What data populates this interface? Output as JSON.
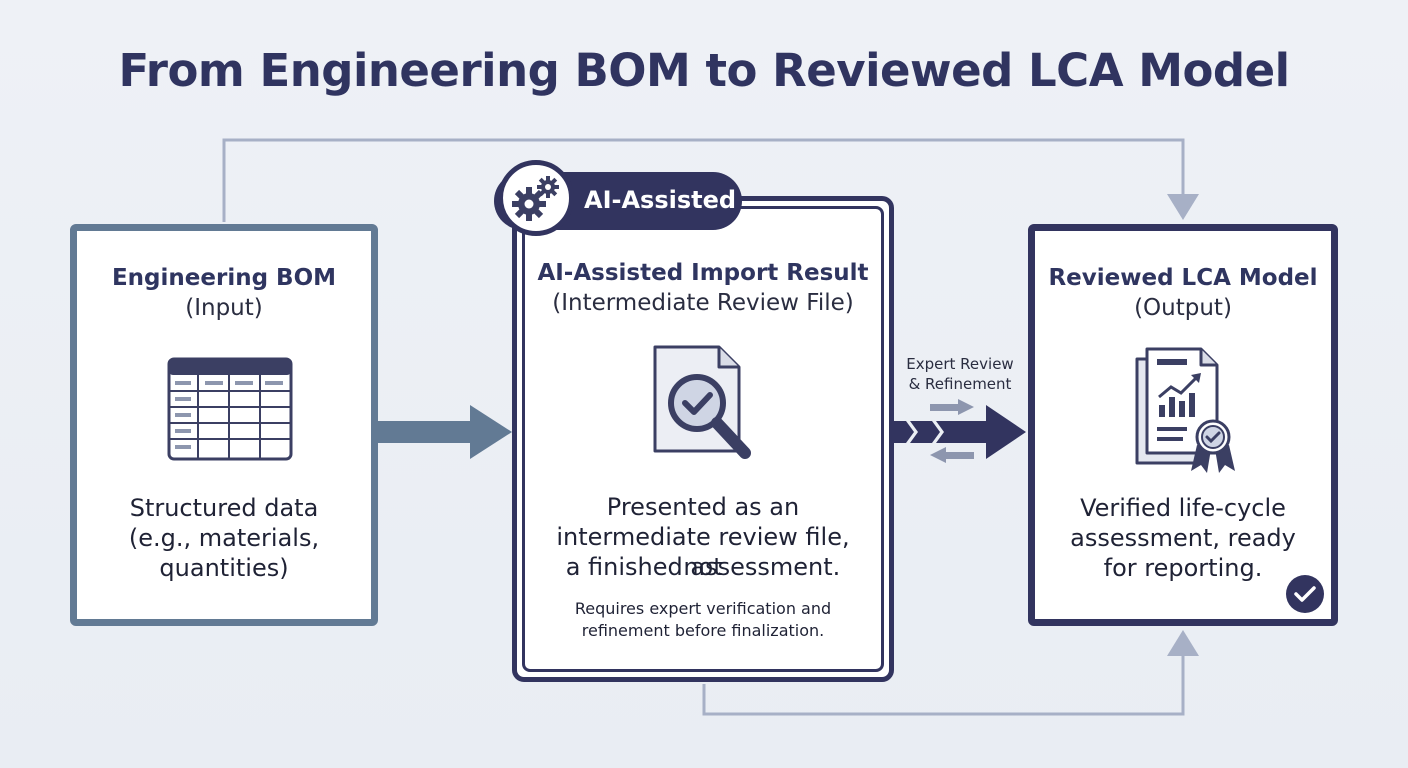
{
  "title": "From Engineering BOM to Reviewed LCA Model",
  "input": {
    "title": "Engineering BOM",
    "subtitle": "(Input)",
    "icon": "table-icon",
    "description_lines": [
      "Structured data",
      "(e.g., materials,",
      "quantities)"
    ]
  },
  "ai_import": {
    "badge": "AI-Assisted",
    "badge_icon": "gears-icon",
    "title": "AI-Assisted Import Result",
    "subtitle": "(Intermediate Review File)",
    "icon": "document-magnifier-check-icon",
    "description_lines": [
      "Presented as an",
      "intermediate review file, not",
      "a finished assessment."
    ],
    "note_lines": [
      "Requires expert verification and",
      "refinement before finalization."
    ]
  },
  "review_step": {
    "label_lines": [
      "Expert Review",
      "& Refinement"
    ]
  },
  "output": {
    "title": "Reviewed LCA Model",
    "subtitle": "(Output)",
    "icon": "report-chart-award-icon",
    "description_lines": [
      "Verified life-cycle",
      "assessment, ready",
      "for reporting."
    ],
    "status_icon": "check-circle-icon"
  },
  "colors": {
    "navy": "#32345f",
    "slate": "#627a94",
    "connector": "#a7b0c6",
    "background": "#eef1f6"
  }
}
